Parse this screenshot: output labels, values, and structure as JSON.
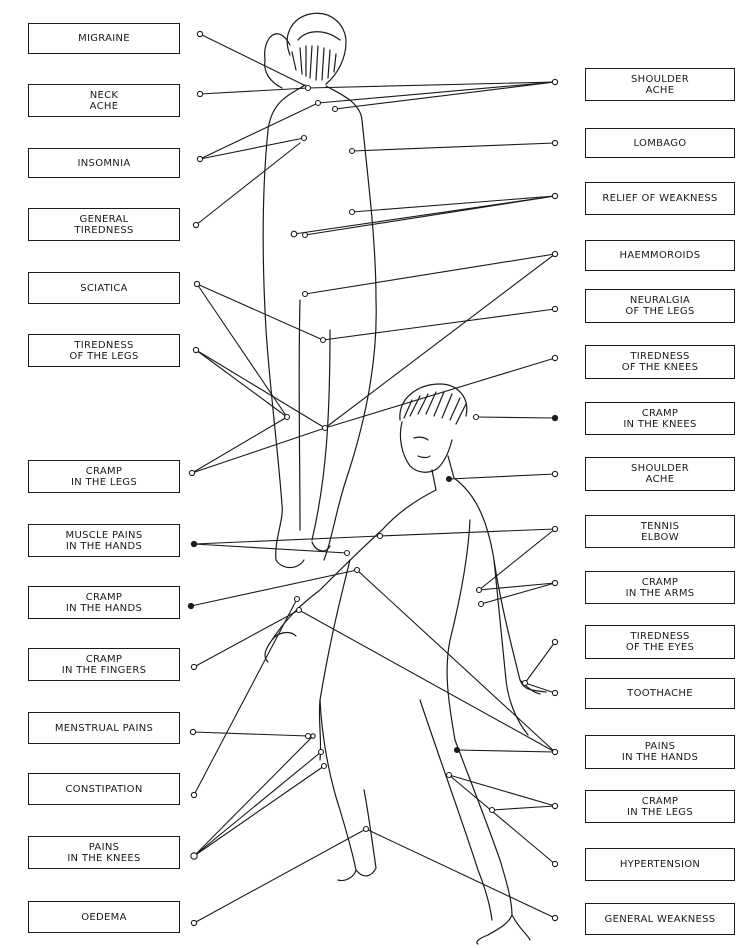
{
  "left_labels": [
    {
      "id": "migraine",
      "lines": [
        "MIGRAINE"
      ]
    },
    {
      "id": "neck-ache",
      "lines": [
        "NECK",
        "ACHE"
      ]
    },
    {
      "id": "insomnia",
      "lines": [
        "INSOMNIA"
      ]
    },
    {
      "id": "general-tiredness",
      "lines": [
        "GENERAL",
        "TIREDNESS"
      ]
    },
    {
      "id": "sciatica",
      "lines": [
        "SCIATICA"
      ]
    },
    {
      "id": "tiredness-legs",
      "lines": [
        "TIREDNESS",
        "OF THE LEGS"
      ]
    },
    {
      "id": "cramp-legs-left",
      "lines": [
        "CRAMP",
        "IN THE LEGS"
      ]
    },
    {
      "id": "muscle-pains-hands",
      "lines": [
        "MUSCLE PAINS",
        "IN THE HANDS"
      ]
    },
    {
      "id": "cramp-hands",
      "lines": [
        "CRAMP",
        "IN THE HANDS"
      ]
    },
    {
      "id": "cramp-fingers",
      "lines": [
        "CRAMP",
        "IN THE FINGERS"
      ]
    },
    {
      "id": "menstrual-pains",
      "lines": [
        "MENSTRUAL PAINS"
      ]
    },
    {
      "id": "constipation",
      "lines": [
        "CONSTIPATION"
      ]
    },
    {
      "id": "pains-knees",
      "lines": [
        "PAINS",
        "IN THE KNEES"
      ]
    },
    {
      "id": "oedema",
      "lines": [
        "OEDEMA"
      ]
    }
  ],
  "right_labels": [
    {
      "id": "shoulder-ache-1",
      "lines": [
        "SHOULDER",
        "ACHE"
      ]
    },
    {
      "id": "lombago",
      "lines": [
        "LOMBAGO"
      ]
    },
    {
      "id": "relief-weakness",
      "lines": [
        "RELIEF OF WEAKNESS"
      ]
    },
    {
      "id": "haemmoroids",
      "lines": [
        "HAEMMOROIDS"
      ]
    },
    {
      "id": "neuralgia-legs",
      "lines": [
        "NEURALGIA",
        "OF THE LEGS"
      ]
    },
    {
      "id": "tiredness-knees",
      "lines": [
        "TIREDNESS",
        "OF THE KNEES"
      ]
    },
    {
      "id": "cramp-knees",
      "lines": [
        "CRAMP",
        "IN THE KNEES"
      ]
    },
    {
      "id": "shoulder-ache-2",
      "lines": [
        "SHOULDER",
        "ACHE"
      ]
    },
    {
      "id": "tennis-elbow",
      "lines": [
        "TENNIS",
        "ELBOW"
      ]
    },
    {
      "id": "cramp-arms",
      "lines": [
        "CRAMP",
        "IN THE ARMS"
      ]
    },
    {
      "id": "tiredness-eyes",
      "lines": [
        "TIREDNESS",
        "OF THE EYES"
      ]
    },
    {
      "id": "toothache",
      "lines": [
        "TOOTHACHE"
      ]
    },
    {
      "id": "pains-hands",
      "lines": [
        "PAINS",
        "IN THE HANDS"
      ]
    },
    {
      "id": "cramp-legs-right",
      "lines": [
        "CRAMP",
        "IN THE LEGS"
      ]
    },
    {
      "id": "hypertension",
      "lines": [
        "HYPERTENSION"
      ]
    },
    {
      "id": "general-weakness",
      "lines": [
        "GENERAL WEAKNESS"
      ]
    }
  ],
  "colors": {
    "ink": "#1a1a1a",
    "paper": "#ffffff"
  }
}
